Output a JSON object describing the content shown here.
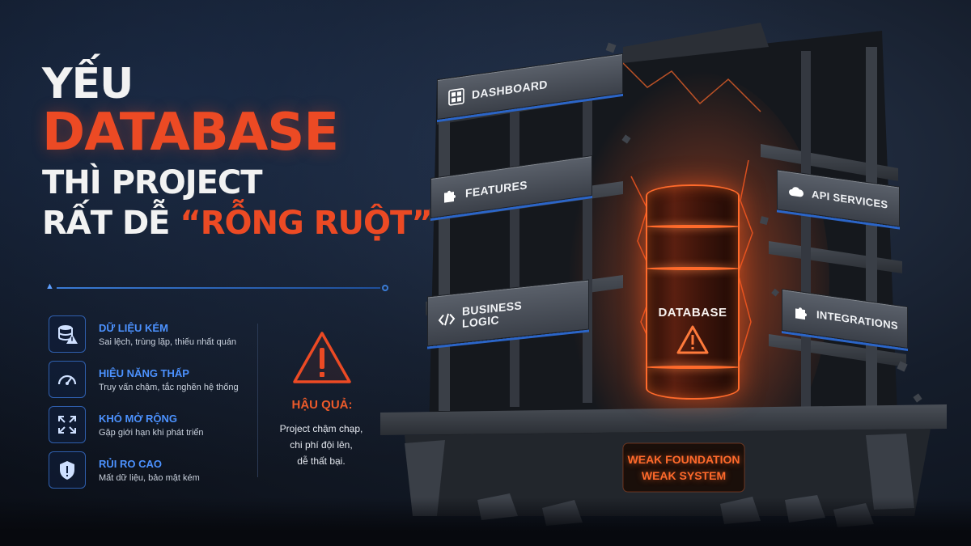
{
  "headline": {
    "line1": "YẾU",
    "line2": "DATABASE",
    "line3": "THÌ PROJECT",
    "line4_prefix": "RẤT DỄ ",
    "line4_accent": "“RỖNG RUỘT”"
  },
  "issues": [
    {
      "icon": "database-warning-icon",
      "title": "DỮ LIỆU KÉM",
      "desc": "Sai lệch, trùng lặp, thiếu nhất quán"
    },
    {
      "icon": "speedometer-icon",
      "title": "HIỆU NĂNG THẤP",
      "desc": "Truy vấn chậm, tắc nghẽn hệ thống"
    },
    {
      "icon": "expand-arrows-icon",
      "title": "KHÓ MỞ RỘNG",
      "desc": "Gặp giới hạn khi phát triển"
    },
    {
      "icon": "shield-alert-icon",
      "title": "RỦI RO CAO",
      "desc": "Mất dữ liệu, bảo mật kém"
    }
  ],
  "consequence": {
    "title": "HẬU QUẢ:",
    "line1": "Project chậm chạp,",
    "line2": "chi phí đội lên,",
    "line3": "dễ thất bại."
  },
  "building": {
    "signs": {
      "dashboard": "DASHBOARD",
      "features": "FEATURES",
      "business_logic_1": "BUSINESS",
      "business_logic_2": "LOGIC",
      "api_services": "API SERVICES",
      "integrations": "INTEGRATIONS"
    },
    "core_label": "DATABASE",
    "foundation_line1": "WEAK FOUNDATION",
    "foundation_line2": "WEAK SYSTEM"
  },
  "colors": {
    "accent_orange": "#ec4a24",
    "accent_blue": "#4c92ff",
    "glow": "#ff6a2b"
  }
}
